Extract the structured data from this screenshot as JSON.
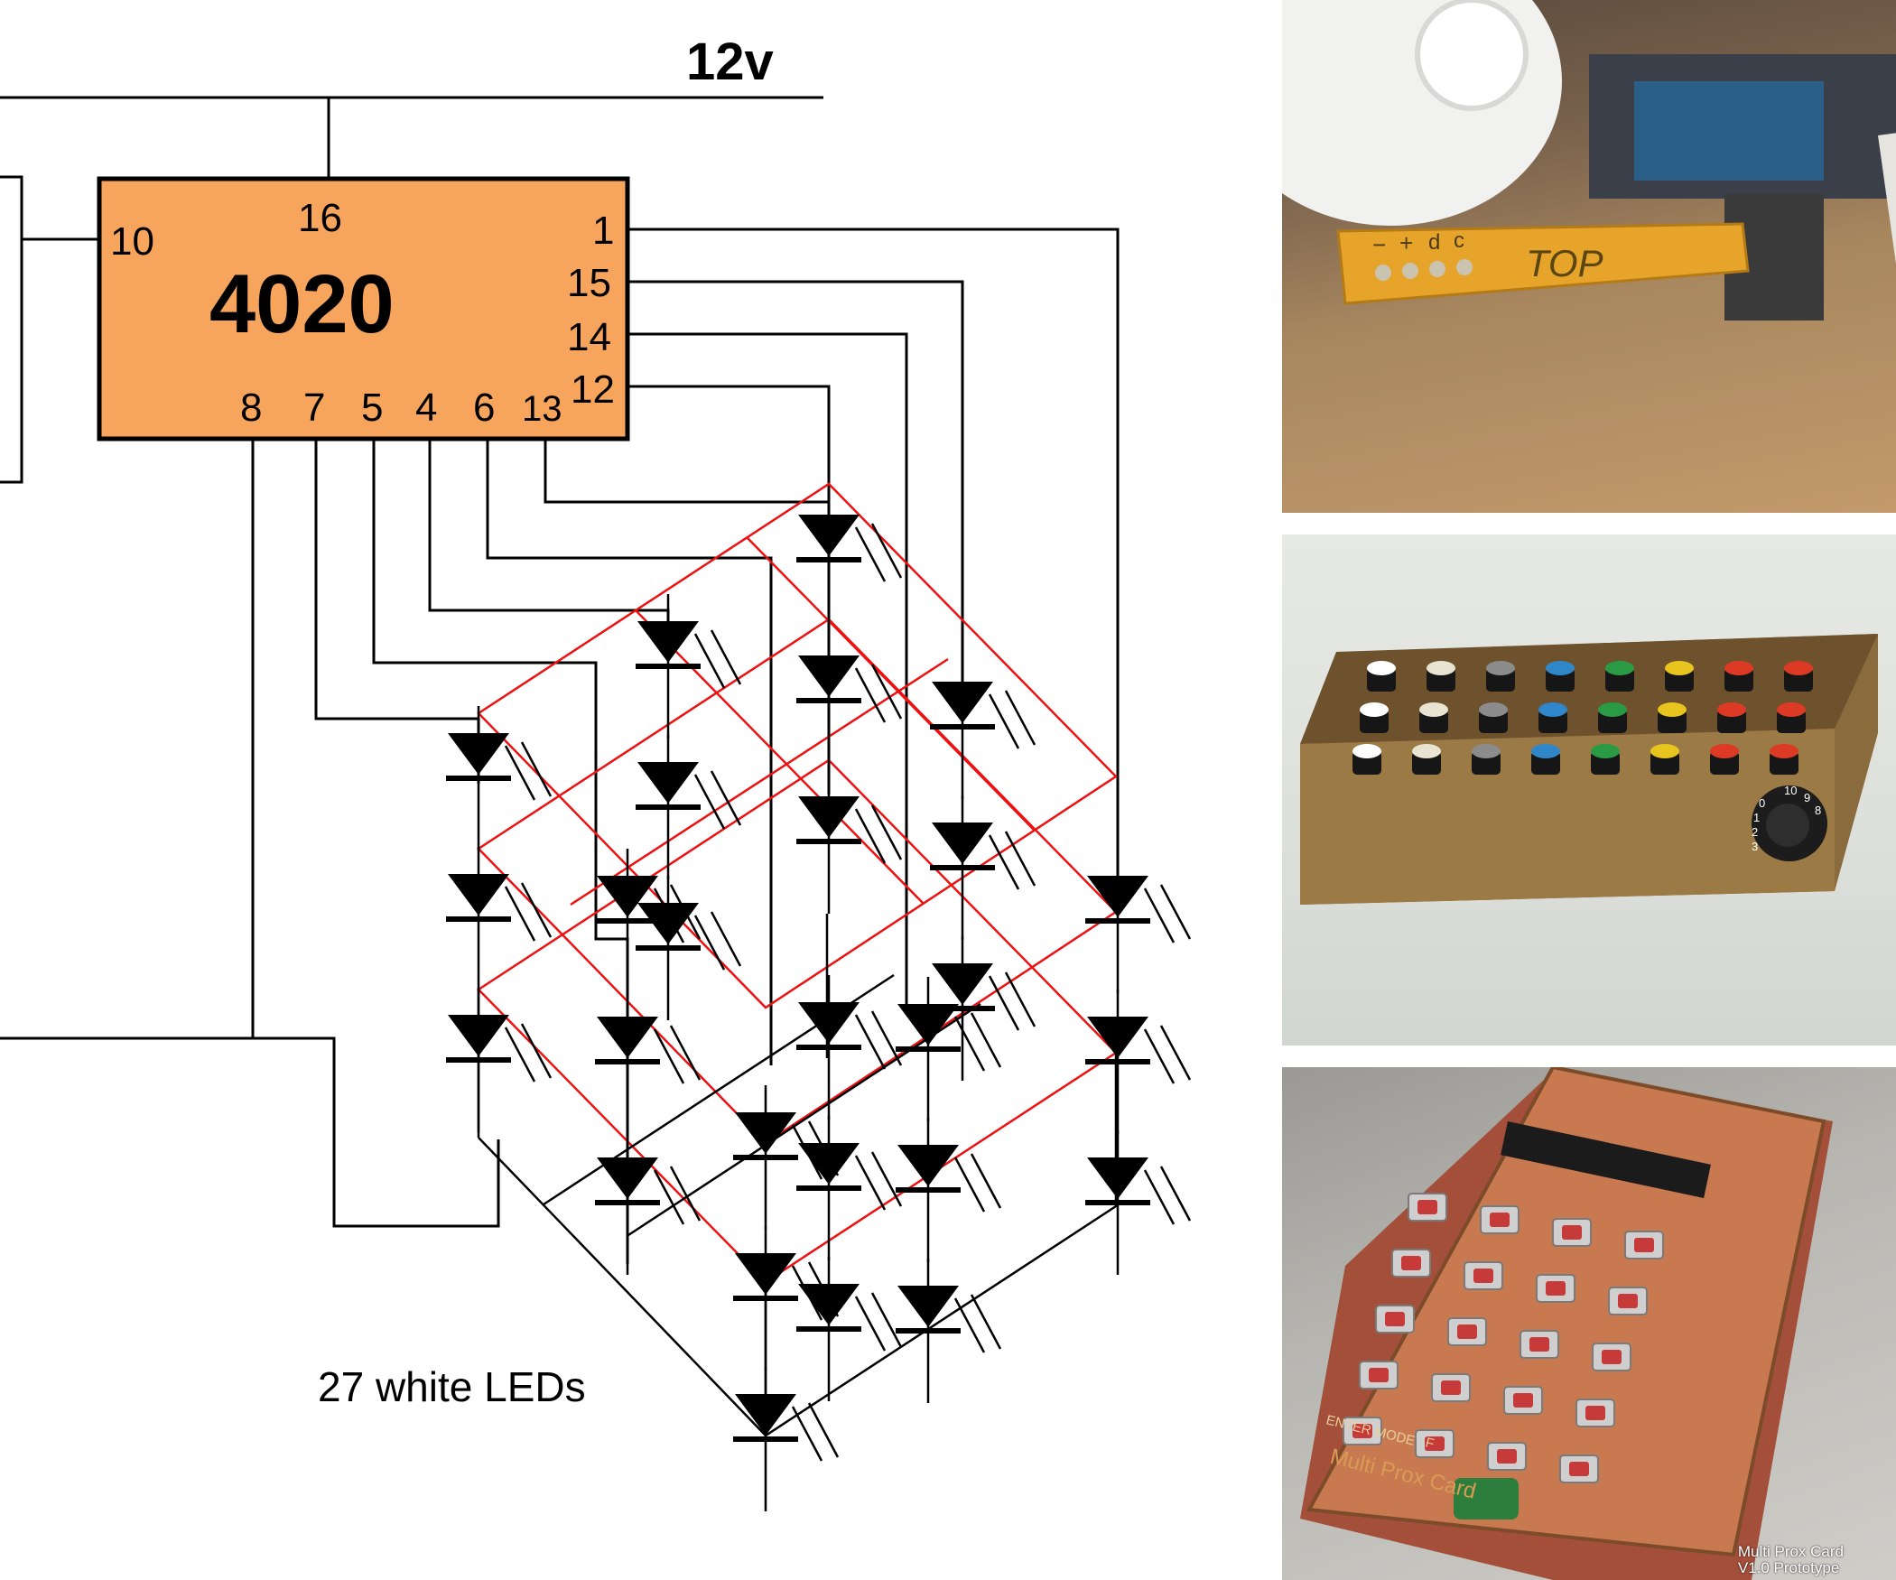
{
  "schematic": {
    "supply_label": "12v",
    "chip": {
      "name": "4020",
      "pin_top": "16",
      "pin_left": "10",
      "pins_right": [
        "1",
        "15",
        "14",
        "12"
      ],
      "pins_bottom": [
        "8",
        "7",
        "5",
        "4",
        "6",
        "13"
      ]
    },
    "led_caption": "27 white LEDs"
  },
  "colors": {
    "chip_fill": "#f7a55d",
    "layer_wire": "#ee1111",
    "wire": "#000000"
  },
  "photos": {
    "top": {
      "pcb_labels": [
        "−",
        "+",
        "d",
        "c"
      ],
      "pcb_text": "TOP",
      "icon": "wii-nunchuk-connector-photo"
    },
    "middle": {
      "dial_digits": [
        "3",
        "2",
        "1",
        "0",
        "10",
        "9",
        "8"
      ],
      "icon": "knob-controller-box-photo"
    },
    "bottom": {
      "pcb_labels": [
        "ENTER",
        "MODE",
        "F",
        "Multi Prox Card"
      ],
      "caption_line1": "Multi Prox Card",
      "caption_line2": "V1.0 Prototype",
      "icon": "pcb-keypad-prototype-photo"
    }
  }
}
